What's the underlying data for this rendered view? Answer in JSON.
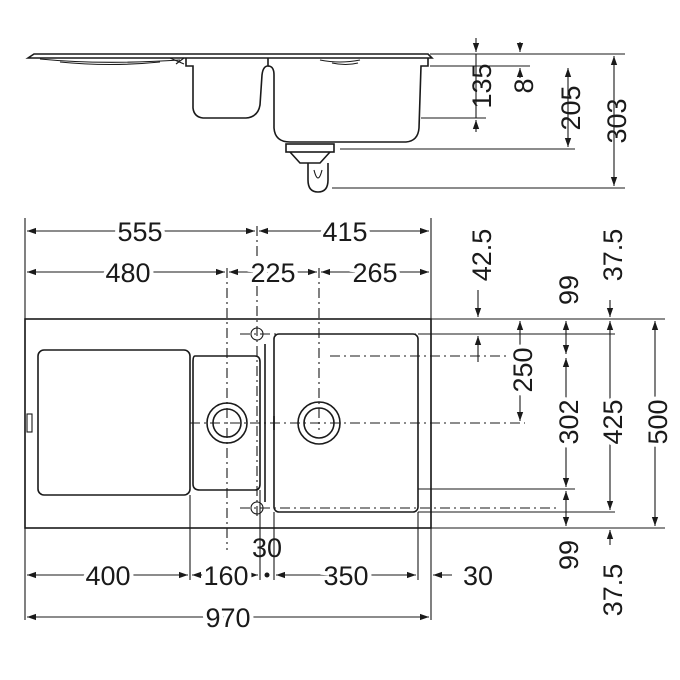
{
  "side_view": {
    "dims": {
      "d135": "135",
      "d8": "8",
      "d205": "205",
      "d303": "303"
    }
  },
  "top_view": {
    "dims": {
      "d555": "555",
      "d415": "415",
      "d480": "480",
      "d225": "225",
      "d265": "265",
      "d42_5": "42.5",
      "d37_5_top": "37.5",
      "d99_top": "99",
      "d250": "250",
      "d302": "302",
      "d425": "425",
      "d500": "500",
      "d99_bottom": "99",
      "d37_5_bottom": "37.5",
      "d30_center": "30",
      "d400": "400",
      "d160": "160",
      "d350": "350",
      "d30_right": "30",
      "d970": "970"
    }
  }
}
